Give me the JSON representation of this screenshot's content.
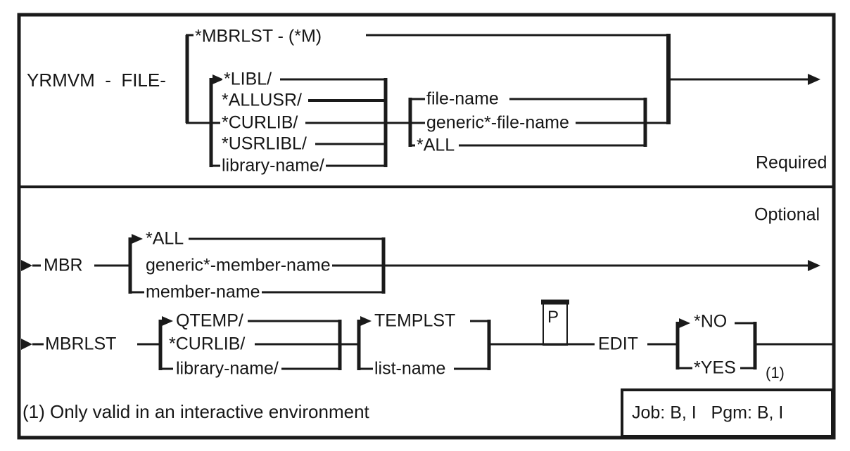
{
  "colors": {
    "line": "#1a1a1a",
    "text": "#161616",
    "background": "#ffffff"
  },
  "command": {
    "label": "YRMVM  -  FILE-"
  },
  "file": {
    "mbrlst_option": "*MBRLST - (*M)",
    "library_options": [
      "*LIBL/",
      "*ALLUSR/",
      "*CURLIB/",
      "*USRLIBL/",
      "library-name/"
    ],
    "name_options": [
      "file-name",
      "generic*-file-name",
      "*ALL"
    ],
    "section_label": "Required"
  },
  "mbr": {
    "label": "MBR",
    "options": [
      "*ALL",
      "generic*-member-name",
      "member-name"
    ],
    "section_label": "Optional"
  },
  "mbrlst": {
    "label": "MBRLST",
    "library_options": [
      "QTEMP/",
      "*CURLIB/",
      "library-name/"
    ],
    "list_options": [
      "TEMPLST",
      "list-name"
    ],
    "prompt_marker": "P"
  },
  "edit": {
    "label": "EDIT",
    "options": [
      "*NO",
      "*YES"
    ],
    "footnote_ref": "(1)"
  },
  "footer": {
    "footnote": "(1) Only valid in an interactive environment",
    "job_info": "Job: B, I   Pgm: B, I"
  }
}
